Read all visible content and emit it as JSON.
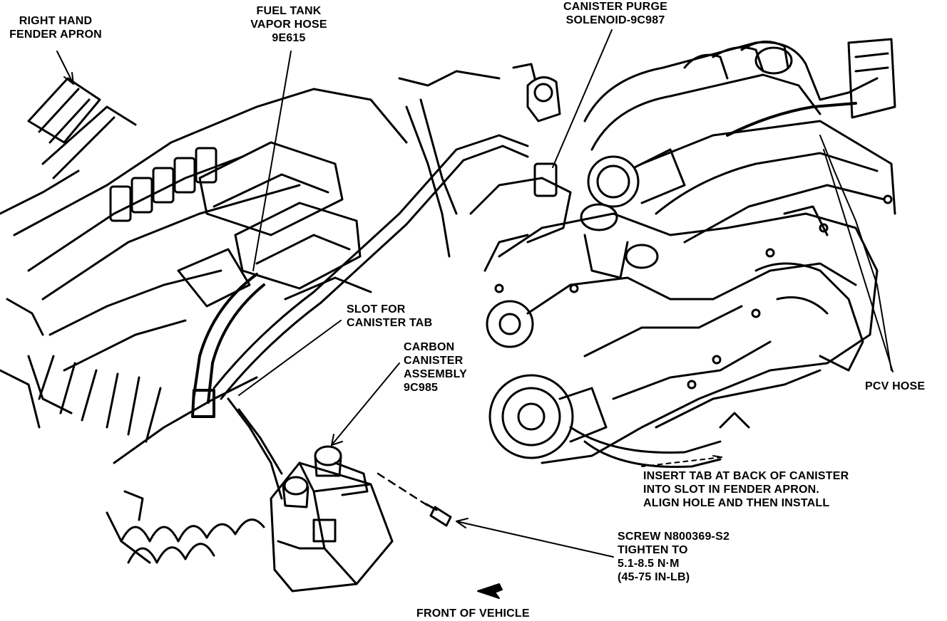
{
  "labels": {
    "fender_apron": [
      "RIGHT HAND",
      "FENDER APRON"
    ],
    "vapor_hose": [
      "FUEL TANK",
      "VAPOR HOSE",
      "9E615"
    ],
    "purge_solenoid": [
      "CANISTER PURGE",
      "SOLENOID-9C987"
    ],
    "slot_tab": [
      "SLOT FOR",
      "CANISTER TAB"
    ],
    "carbon_canister": [
      "CARBON",
      "CANISTER",
      "ASSEMBLY",
      "9C985"
    ],
    "pcv_hose": [
      "PCV HOSE"
    ],
    "insert_tab": [
      "INSERT TAB AT BACK OF CANISTER",
      "INTO SLOT IN FENDER APRON.",
      "ALIGN HOLE AND THEN INSTALL"
    ],
    "screw": [
      "SCREW N800369-S2",
      "TIGHTEN TO",
      "5.1-8.5 N·m",
      "(45-75 IN-LB)"
    ],
    "front": [
      "FRONT OF VEHICLE"
    ]
  },
  "colors": {
    "ink": "#000000",
    "paper": "#ffffff"
  }
}
